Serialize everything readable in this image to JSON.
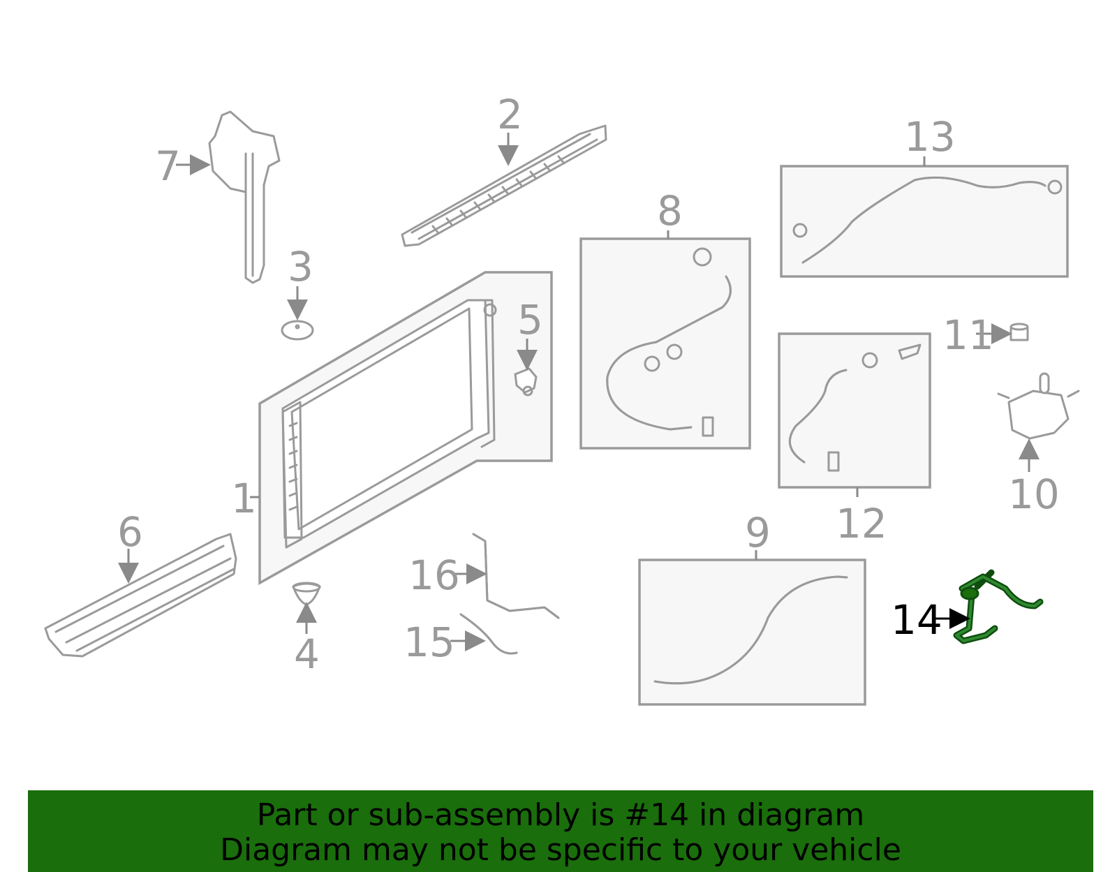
{
  "diagram": {
    "callouts": [
      {
        "id": "1",
        "label": "1"
      },
      {
        "id": "2",
        "label": "2"
      },
      {
        "id": "3",
        "label": "3"
      },
      {
        "id": "4",
        "label": "4"
      },
      {
        "id": "5",
        "label": "5"
      },
      {
        "id": "6",
        "label": "6"
      },
      {
        "id": "7",
        "label": "7"
      },
      {
        "id": "8",
        "label": "8"
      },
      {
        "id": "9",
        "label": "9"
      },
      {
        "id": "10",
        "label": "10"
      },
      {
        "id": "11",
        "label": "11"
      },
      {
        "id": "12",
        "label": "12"
      },
      {
        "id": "13",
        "label": "13"
      },
      {
        "id": "14",
        "label": "14",
        "highlighted": true
      },
      {
        "id": "15",
        "label": "15"
      },
      {
        "id": "16",
        "label": "16"
      }
    ],
    "highlight_color": "#1a6e0c",
    "part_color": "#9a9a9a"
  },
  "banner": {
    "line1": "Part or sub-assembly is #14 in diagram",
    "line2": "Diagram may not be specific to your vehicle",
    "background": "#1a6e0c"
  }
}
